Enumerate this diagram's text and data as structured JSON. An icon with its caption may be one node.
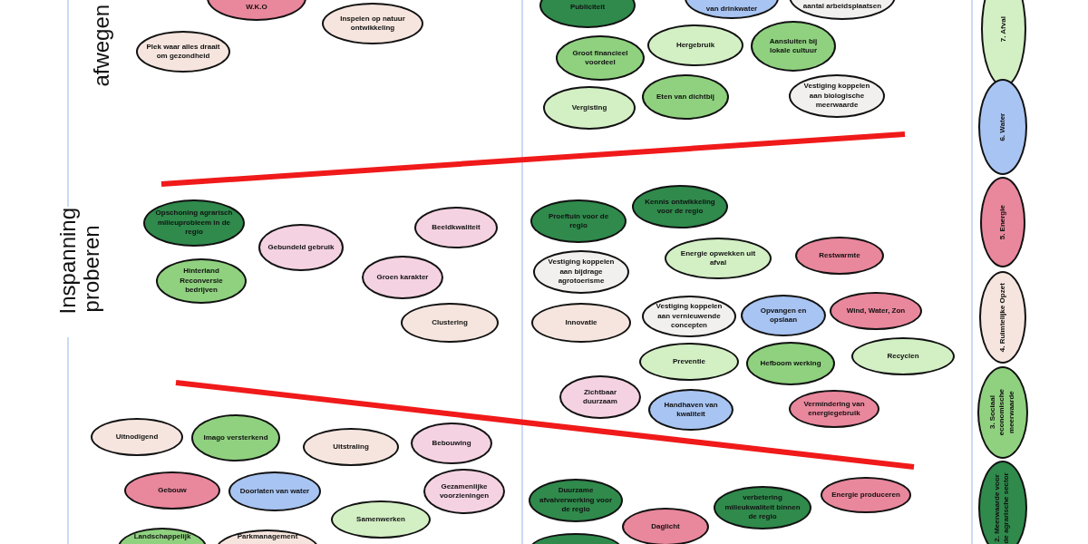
{
  "diagram": {
    "nodes": [
      {
        "text": [
          "W.K.O"
        ]
      },
      {
        "text": [
          "Inspelen op natuur ontwikkeling"
        ]
      },
      {
        "text": [
          "Plek waar alles draait om gezondheid"
        ]
      },
      {
        "text": [
          "Publiciteit"
        ]
      },
      {
        "text": [
          "van drinkwater"
        ]
      },
      {
        "text": [
          "aantal arbeidsplaatsen"
        ]
      },
      {
        "text": [
          "Groot financieel voordeel"
        ]
      },
      {
        "text": [
          "Hergebruik"
        ]
      },
      {
        "text": [
          "Aansluiten bij lokale cultuur"
        ]
      },
      {
        "text": [
          "Vergisting"
        ]
      },
      {
        "text": [
          "Eten van dichtbij"
        ]
      },
      {
        "text": [
          "Vestiging koppelen aan biologische meerwaarde"
        ]
      },
      {
        "text": [
          "7. Afval"
        ]
      },
      {
        "text": [
          "6. Water"
        ]
      },
      {
        "text": [
          "Opschoning agrarisch milieuprobleem in de regio"
        ]
      },
      {
        "text": [
          "Gebundeld gebruik"
        ]
      },
      {
        "text": [
          "Beeldkwaliteit"
        ]
      },
      {
        "text": [
          "Hinterland Reconversie bedrijven"
        ]
      },
      {
        "text": [
          "Groen karakter"
        ]
      },
      {
        "text": [
          "Clustering"
        ]
      },
      {
        "text": [
          "Proeftuin voor de regio"
        ]
      },
      {
        "text": [
          "Kennis ontwikkeling voor de regio"
        ]
      },
      {
        "text": [
          "Vestiging koppelen aan bijdrage agrotoerisme"
        ]
      },
      {
        "text": [
          "Energie opwekken uit afval"
        ]
      },
      {
        "text": [
          "Restwarmte"
        ]
      },
      {
        "text": [
          "Innovatie"
        ]
      },
      {
        "text": [
          "Vestiging koppelen aan vernieuwende concepten"
        ]
      },
      {
        "text": [
          "Opvangen en opslaan"
        ]
      },
      {
        "text": [
          "Wind, Water, Zon"
        ]
      },
      {
        "text": [
          "Preventie"
        ]
      },
      {
        "text": [
          "Hefboom werking"
        ]
      },
      {
        "text": [
          "Recyclen"
        ]
      },
      {
        "text": [
          "Zichtbaar duurzaam"
        ]
      },
      {
        "text": [
          "Handhaven van kwaliteit"
        ]
      },
      {
        "text": [
          "Vermindering van energiegebruik"
        ]
      },
      {
        "text": [
          "5. Energie"
        ]
      },
      {
        "text": [
          "4. Ruimtelijke Opzet"
        ]
      },
      {
        "text": [
          "3. Sociaal economische meerwaarde"
        ]
      },
      {
        "text": [
          "Uitnodigend"
        ]
      },
      {
        "text": [
          "Imago versterkend"
        ]
      },
      {
        "text": [
          "Uitstraling"
        ]
      },
      {
        "text": [
          "Bebouwing"
        ]
      },
      {
        "text": [
          "Gebouw"
        ]
      },
      {
        "text": [
          "Doorlaten van water"
        ]
      },
      {
        "text": [
          "Gezamenlijke voorzieningen"
        ]
      },
      {
        "text": [
          "Samenwerken"
        ]
      },
      {
        "text": [
          "Landschappelijk"
        ]
      },
      {
        "text": [
          "Parkmanagement"
        ]
      },
      {
        "text": [
          "Duurzame afvalverwerking voor de regio"
        ]
      },
      {
        "text": [
          "Daglicht"
        ]
      },
      {
        "text": [
          "verbetering milieukwaliteit binnen de regio"
        ]
      },
      {
        "text": [
          "Energie produceren"
        ]
      },
      {
        "text": [
          "2. Meerwaarde voor de agrarische sector"
        ]
      },
      {
        "text": [],
        "shape": "ellipse"
      }
    ],
    "labels": [
      "afwegen",
      "Inspanning proberen"
    ]
  }
}
